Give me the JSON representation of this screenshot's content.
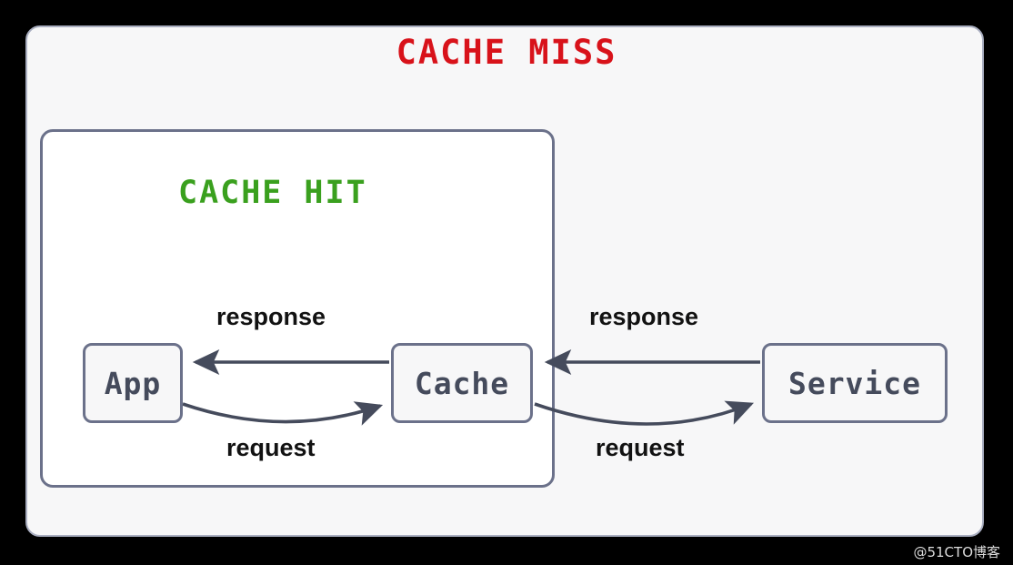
{
  "diagram": {
    "outer": {
      "title": "CACHE MISS",
      "title_color": "#d8121a"
    },
    "inner": {
      "title": "CACHE HIT",
      "title_color": "#3aa01e"
    },
    "nodes": [
      {
        "id": "app",
        "label": "App"
      },
      {
        "id": "cache",
        "label": "Cache"
      },
      {
        "id": "service",
        "label": "Service"
      }
    ],
    "edges": [
      {
        "id": "cache-to-app",
        "label": "response",
        "from": "cache",
        "to": "app",
        "style": "straight",
        "direction": "left"
      },
      {
        "id": "app-to-cache",
        "label": "request",
        "from": "app",
        "to": "cache",
        "style": "curved",
        "direction": "right"
      },
      {
        "id": "service-to-cache",
        "label": "response",
        "from": "service",
        "to": "cache",
        "style": "straight",
        "direction": "left"
      },
      {
        "id": "cache-to-service",
        "label": "request",
        "from": "cache",
        "to": "service",
        "style": "curved",
        "direction": "right"
      }
    ],
    "colors": {
      "canvas": "#000000",
      "outer_fill": "#f7f7f8",
      "inner_fill": "#ffffff",
      "border": "#6b718a",
      "outer_border": "#a9aec0",
      "node_text": "#454b5c",
      "edge": "#454b5c",
      "label_text": "#121212"
    },
    "watermark": "@51CTO博客"
  }
}
